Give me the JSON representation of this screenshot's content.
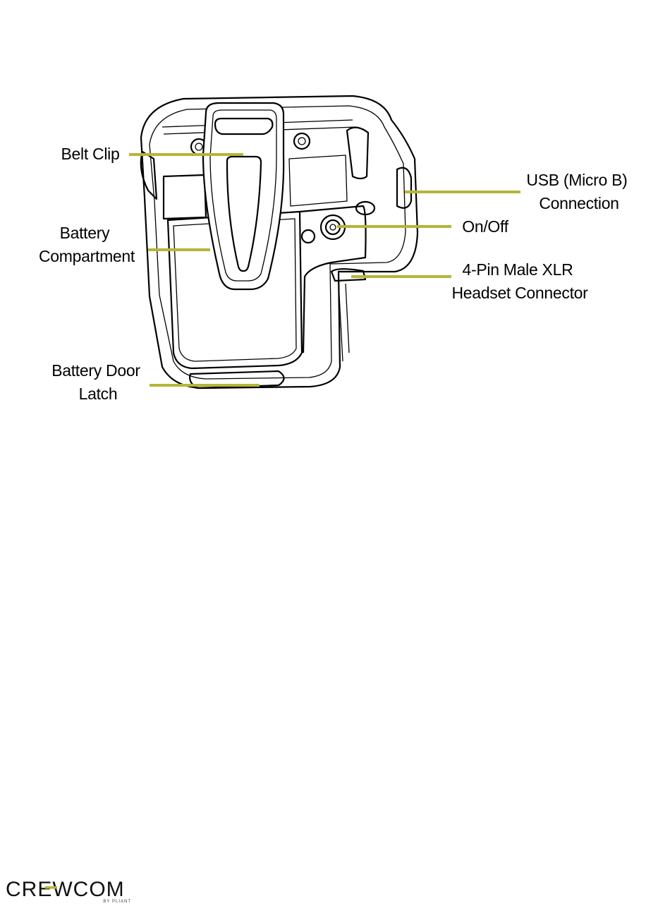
{
  "callouts": {
    "belt_clip": [
      "Belt Clip"
    ],
    "battery_compartment": [
      "Battery",
      "Compartment"
    ],
    "battery_door_latch": [
      "Battery Door",
      "Latch"
    ],
    "usb_connection": [
      "USB (Micro B)",
      "Connection"
    ],
    "on_off": [
      "On/Off"
    ],
    "xlr_connector": [
      "4-Pin Male XLR",
      "Headset Connector"
    ]
  },
  "logo": {
    "brand": "CREWCOM",
    "sub": "BY PLIANT",
    "accent_color": "#b5b538"
  },
  "colors": {
    "leader": "#b5b538",
    "outline": "#000000",
    "background": "#ffffff"
  }
}
